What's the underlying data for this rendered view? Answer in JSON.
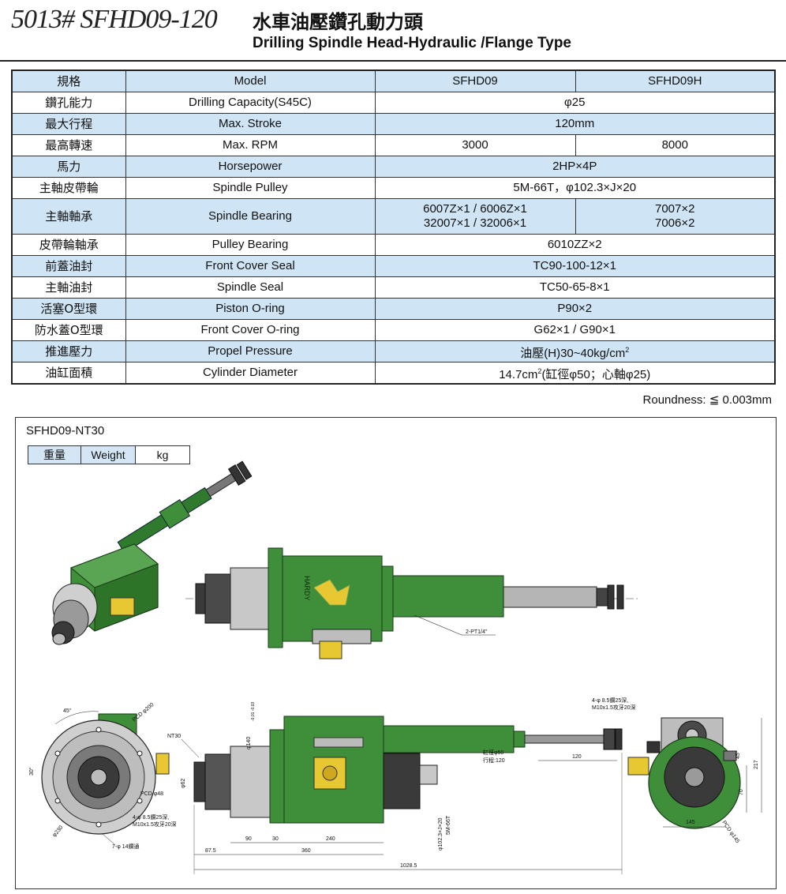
{
  "header": {
    "model": "5013# SFHD09-120",
    "title_zh": "水車油壓鑽孔動力頭",
    "title_en": "Drilling Spindle Head-Hydraulic /Flange Type"
  },
  "spec": {
    "head": {
      "zh": "規格",
      "en": "Model",
      "m1": "SFHD09",
      "m2": "SFHD09H"
    },
    "rows": [
      {
        "zh": "鑽孔能力",
        "en": "Drilling Capacity(S45C)",
        "val": "φ25"
      },
      {
        "zh": "最大行程",
        "en": "Max. Stroke",
        "val": "120mm"
      },
      {
        "zh": "最高轉速",
        "en": "Max. RPM",
        "v1": "3000",
        "v2": "8000"
      },
      {
        "zh": "馬力",
        "en": "Horsepower",
        "val": "2HP×4P"
      },
      {
        "zh": "主軸皮帶輪",
        "en": "Spindle Pulley",
        "val": "5M-66T，φ102.3×J×20"
      },
      {
        "zh": "主軸軸承",
        "en": "Spindle Bearing",
        "v1a": "6007Z×1 / 6006Z×1",
        "v1b": "32007×1 / 32006×1",
        "v2a": "7007×2",
        "v2b": "7006×2"
      },
      {
        "zh": "皮帶輪軸承",
        "en": "Pulley Bearing",
        "val": "6010ZZ×2"
      },
      {
        "zh": "前蓋油封",
        "en": "Front Cover Seal",
        "val": "TC90-100-12×1"
      },
      {
        "zh": "主軸油封",
        "en": "Spindle Seal",
        "val": "TC50-65-8×1"
      },
      {
        "zh": "活塞O型環",
        "en": "Piston O-ring",
        "val": "P90×2"
      },
      {
        "zh": "防水蓋O型環",
        "en": "Front Cover O-ring",
        "val": "G62×1 / G90×1"
      },
      {
        "zh": "推進壓力",
        "en": "Propel Pressure",
        "val_pre": "油壓(H)30~40kg/cm",
        "val_sup": "2"
      },
      {
        "zh": "油缸面積",
        "en": "Cylinder Diameter",
        "val_pre": "14.7cm",
        "val_sup": "2",
        "val_post": "(缸徑φ50；心軸φ25)"
      }
    ]
  },
  "roundness": "Roundness: ≦ 0.003mm",
  "drawing": {
    "name": "SFHD09-NT30",
    "weight": {
      "zh": "重量",
      "en": "Weight",
      "unit": "kg"
    },
    "brand": "HARDY",
    "dims": {
      "pt": "2-PT1/4\"",
      "nt30": "NT30",
      "d140": "φ140",
      "tol": "-0.01 -0.03",
      "d62": "φ62",
      "d50": "缸徑φ50",
      "stroke": "行程:120",
      "d120": "120",
      "pulley": "φ102.3×J×20",
      "belt": "5M-66T",
      "d90": "90",
      "d30": "30",
      "d240": "240",
      "d87": "87.5",
      "d360": "360",
      "d1028": "1028.5",
      "holes_a": "4-φ 8.5鑽25深,",
      "holes_b": "M10x1.5攻牙20深",
      "a45": "45°",
      "a30": "30°",
      "pcd200": "PCD φ200",
      "pcd48": "PCD φ48",
      "d230": "φ230",
      "holes14": "7-φ 14鑽通",
      "h217": "217",
      "h70": "70",
      "w145": "145",
      "pcd145": "PCD φ145"
    }
  },
  "colors": {
    "green": "#3f8f3a",
    "green_dark": "#2a6b28",
    "blue_row": "#cfe4f4",
    "yellow": "#e8c832"
  }
}
